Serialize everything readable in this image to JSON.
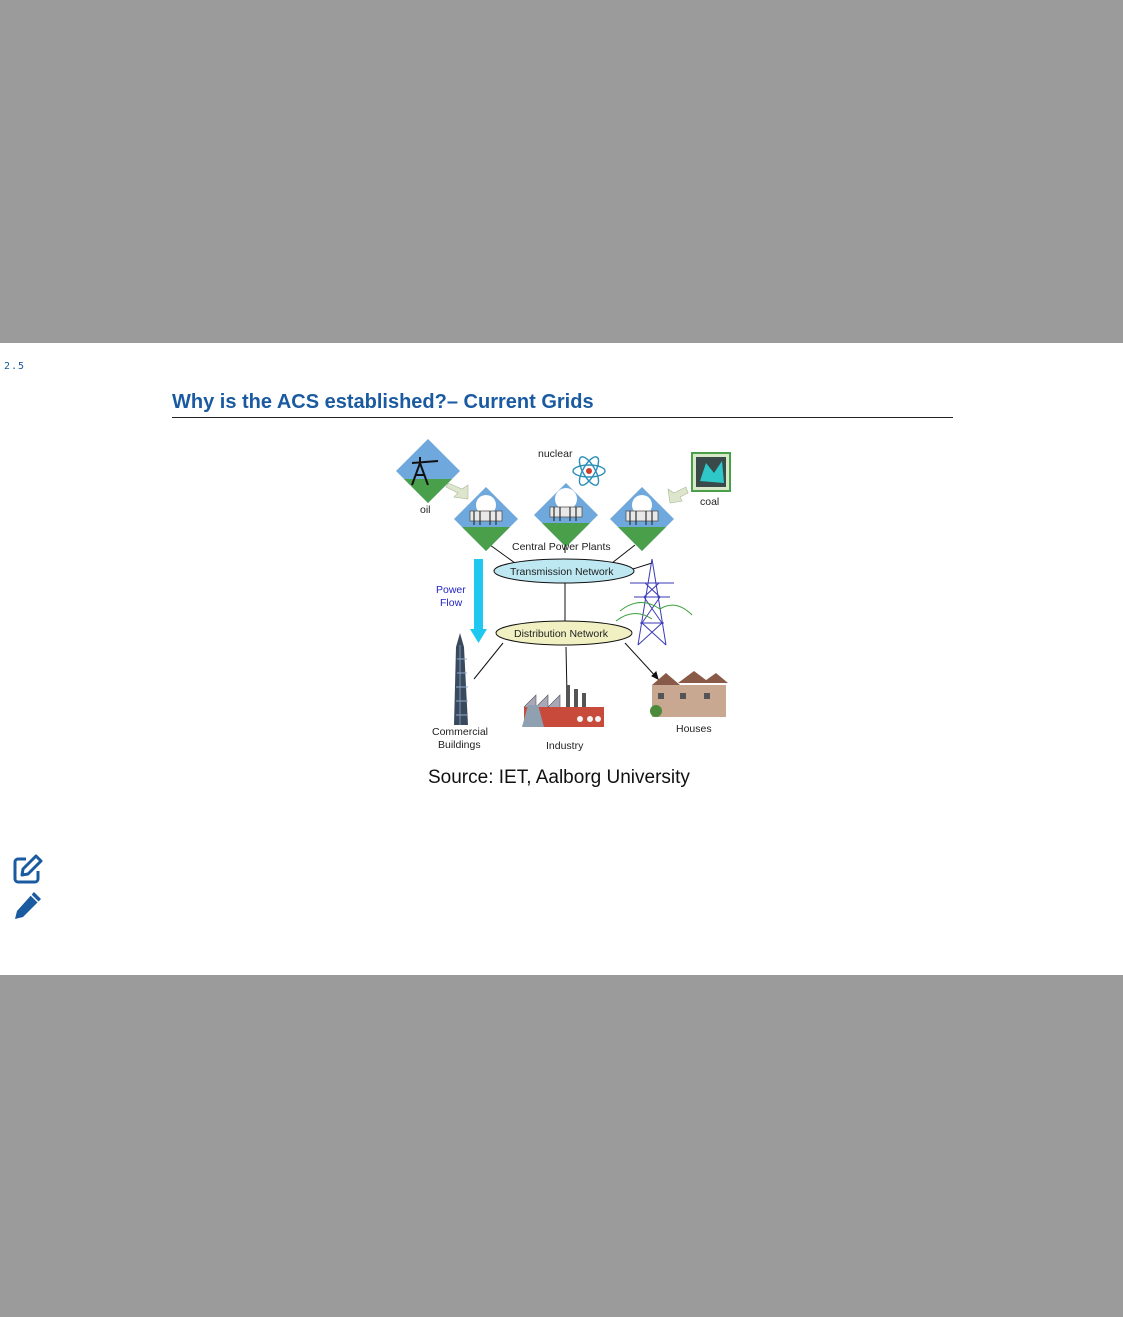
{
  "slide": {
    "number": "2.5",
    "title": "Why is the ACS established?– Current Grids",
    "source": "Source: IET, Aalborg University"
  },
  "diagram": {
    "fuel_labels": {
      "oil": "oil",
      "nuclear": "nuclear",
      "coal": "coal"
    },
    "central_power_plants": "Central Power Plants",
    "transmission_network": "Transmission Network",
    "distribution_network": "Distribution Network",
    "power_flow_line1": "Power",
    "power_flow_line2": "Flow",
    "commercial_line1": "Commercial",
    "commercial_line2": "Buildings",
    "industry": "Industry",
    "houses": "Houses"
  },
  "tools": {
    "edit_note_icon": "edit-note-icon",
    "pencil_icon": "pencil-icon"
  },
  "colors": {
    "title_blue": "#1a5aa0",
    "background_gray": "#9b9b9b",
    "transmission_fill": "#bde8f2",
    "distribution_fill": "#f0f0c2",
    "power_flow_arrow": "#1ec8f0",
    "plant_diamond": "#6fa8dc",
    "plant_ground": "#4aa04a",
    "icon_blue": "#1a5aa0"
  }
}
